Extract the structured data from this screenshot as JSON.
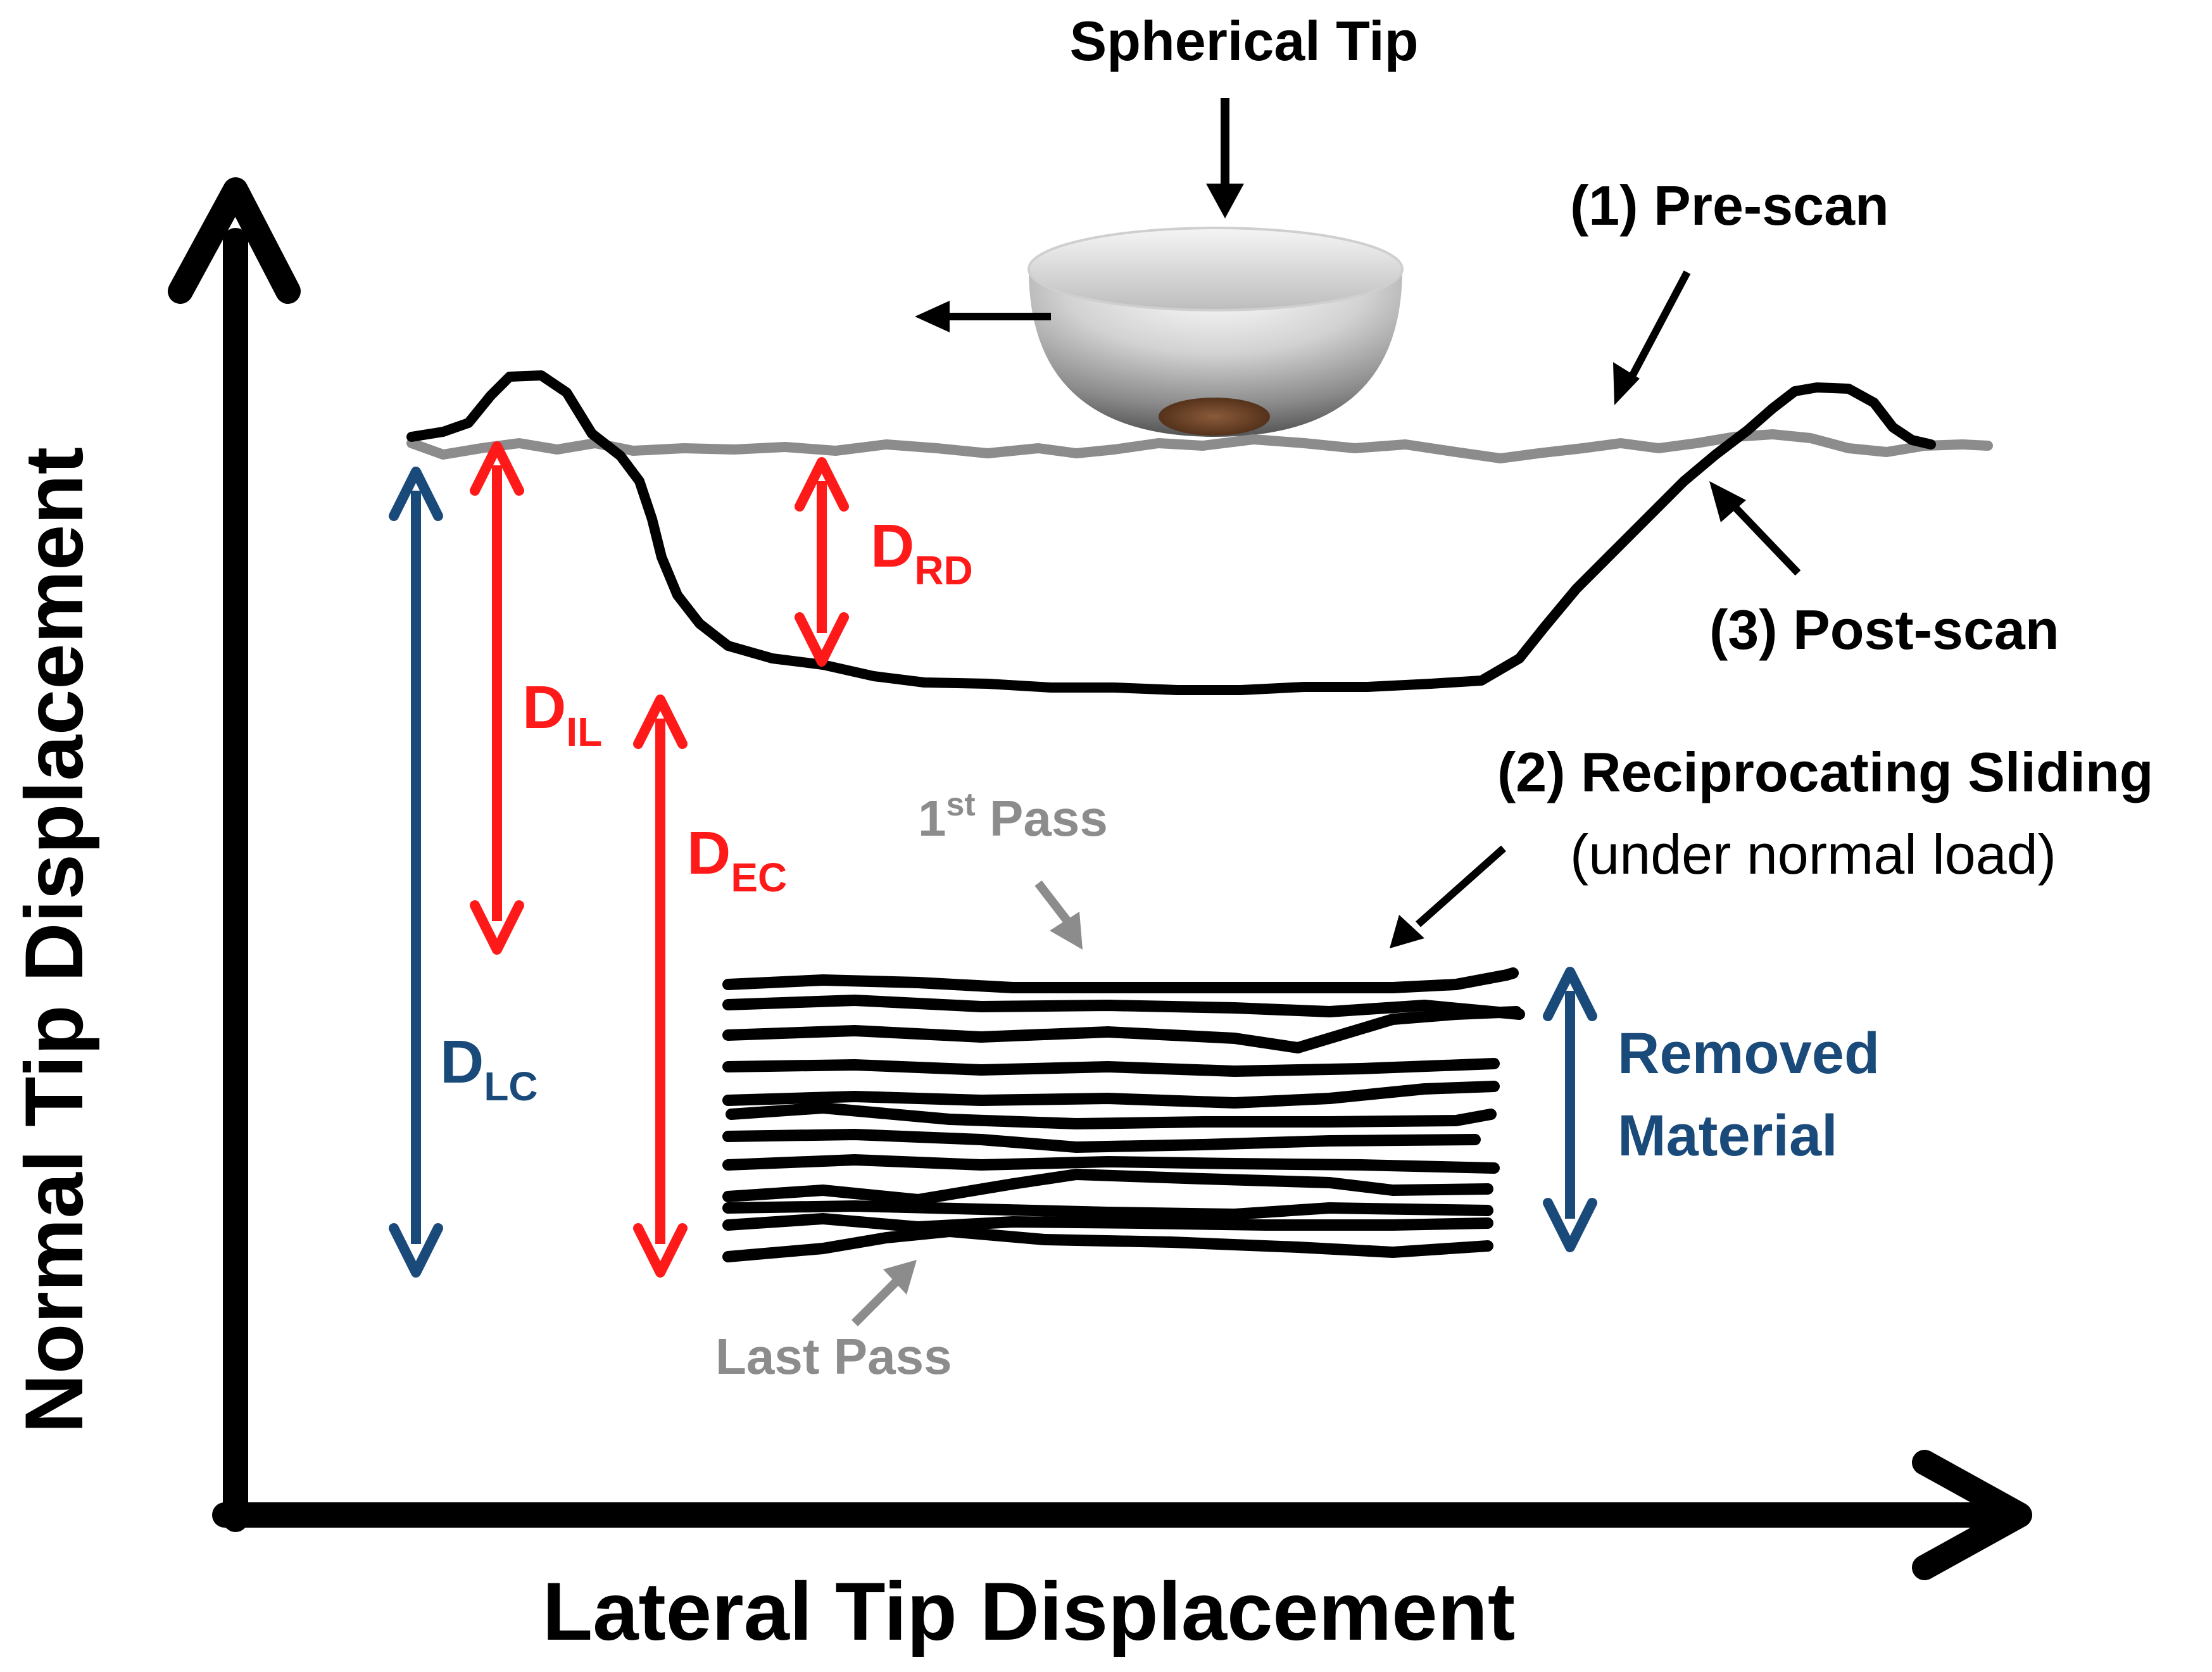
{
  "axes": {
    "y_label": "Normal Tip Displacement",
    "x_label": "Lateral Tip Displacement"
  },
  "tip": {
    "label": "Spherical Tip"
  },
  "scans": {
    "pre_scan": "(1) Pre-scan",
    "post_scan": "(3) Post-scan",
    "sliding_title": "(2) Reciprocating Sliding",
    "sliding_subtitle": "(under normal load)"
  },
  "passes": {
    "first_base": "1",
    "first_sup": "st",
    "first_rest": " Pass",
    "last": "Last Pass"
  },
  "measures": {
    "d_rd": {
      "base": "D",
      "sub": "RD"
    },
    "d_il": {
      "base": "D",
      "sub": "IL"
    },
    "d_ec": {
      "base": "D",
      "sub": "EC"
    },
    "d_lc": {
      "base": "D",
      "sub": "LC"
    },
    "removed_line1": "Removed",
    "removed_line2": "Material"
  },
  "colors": {
    "axis": "#000000",
    "post_scan_line": "#000000",
    "pre_scan_line": "#8c8c8c",
    "red_measure": "#ff1a1a",
    "blue_measure": "#1a4a7a",
    "gray_label": "#8c8c8c"
  }
}
